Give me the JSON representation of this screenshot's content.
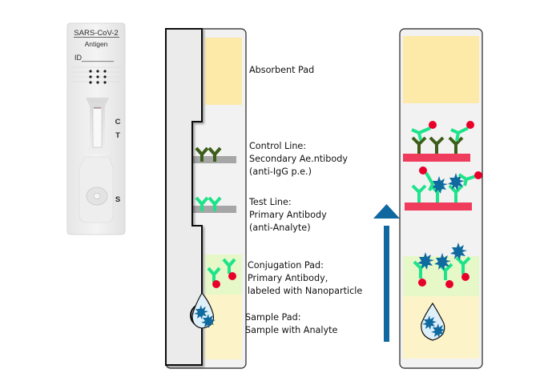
{
  "cassette": {
    "title": "SARS-CoV-2",
    "subtitle": "Antigen",
    "id_label": "ID________",
    "marks": {
      "control": "C",
      "test": "T",
      "sample": "S"
    }
  },
  "strip_labels": {
    "absorbent": [
      "Absorbent Pad"
    ],
    "control": [
      "Control Line:",
      "Secondary Ae.ntibody",
      "(anti-IgG p.e.)"
    ],
    "test": [
      "Test Line:",
      "Primary Antibody",
      "(anti-Analyte)"
    ],
    "conjugation": [
      "Conjugation Pad:",
      "Primary Antibody,",
      "labeled with Nanoparticle"
    ],
    "sample": [
      "Sample Pad:",
      "Sample with Analyte"
    ]
  },
  "colors": {
    "absorbent_pad": "#fde9a8",
    "conjugation_pad": "#e6f8c8",
    "sample_pad": "#fcf4c8",
    "strip_bg": "#f2f2f2",
    "line_gray": "#a6a6a6",
    "line_red": "#f03c5c",
    "secondary_antibody": "#3d5e1a",
    "primary_antibody": "#1de38a",
    "nanoparticle": "#e8002a",
    "analyte": "#0f6aa0",
    "flow_arrow": "#1068a0",
    "drop_fill": "#dff0fb"
  },
  "flow_arrow": {
    "icon": "arrow-up-icon",
    "meaning": "flow direction"
  }
}
